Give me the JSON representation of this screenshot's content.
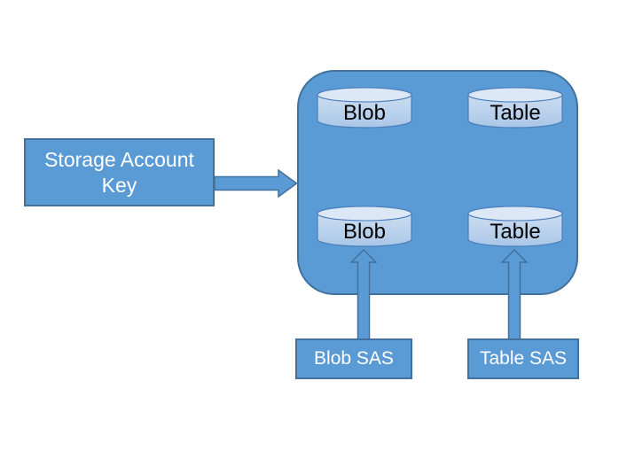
{
  "diagram": {
    "storage_key": {
      "label": "Storage Account Key"
    },
    "services": [
      {
        "name": "blob-top",
        "label": "Blob"
      },
      {
        "name": "table-top",
        "label": "Table"
      },
      {
        "name": "blob-bottom",
        "label": "Blob"
      },
      {
        "name": "table-bottom",
        "label": "Table"
      }
    ],
    "sas": [
      {
        "name": "blob-sas",
        "label": "Blob SAS"
      },
      {
        "name": "table-sas",
        "label": "Table SAS"
      }
    ],
    "connections": [
      {
        "from": "storage-account-key",
        "to": "storage-account-container",
        "direction": "right"
      },
      {
        "from": "blob-sas",
        "to": "blob-bottom",
        "direction": "up"
      },
      {
        "from": "table-sas",
        "to": "table-bottom",
        "direction": "up"
      }
    ],
    "colors": {
      "shape_fill": "#5b9bd5",
      "shape_border": "#41719c",
      "cylinder_ellipse": "#dce8f6",
      "cylinder_body_top": "#d4e2f3",
      "cylinder_body_bottom": "#aac7e7",
      "cylinder_border": "#4a7ebb",
      "label_dark": "#000000",
      "label_light": "#ffffff",
      "background": "#ffffff"
    }
  }
}
